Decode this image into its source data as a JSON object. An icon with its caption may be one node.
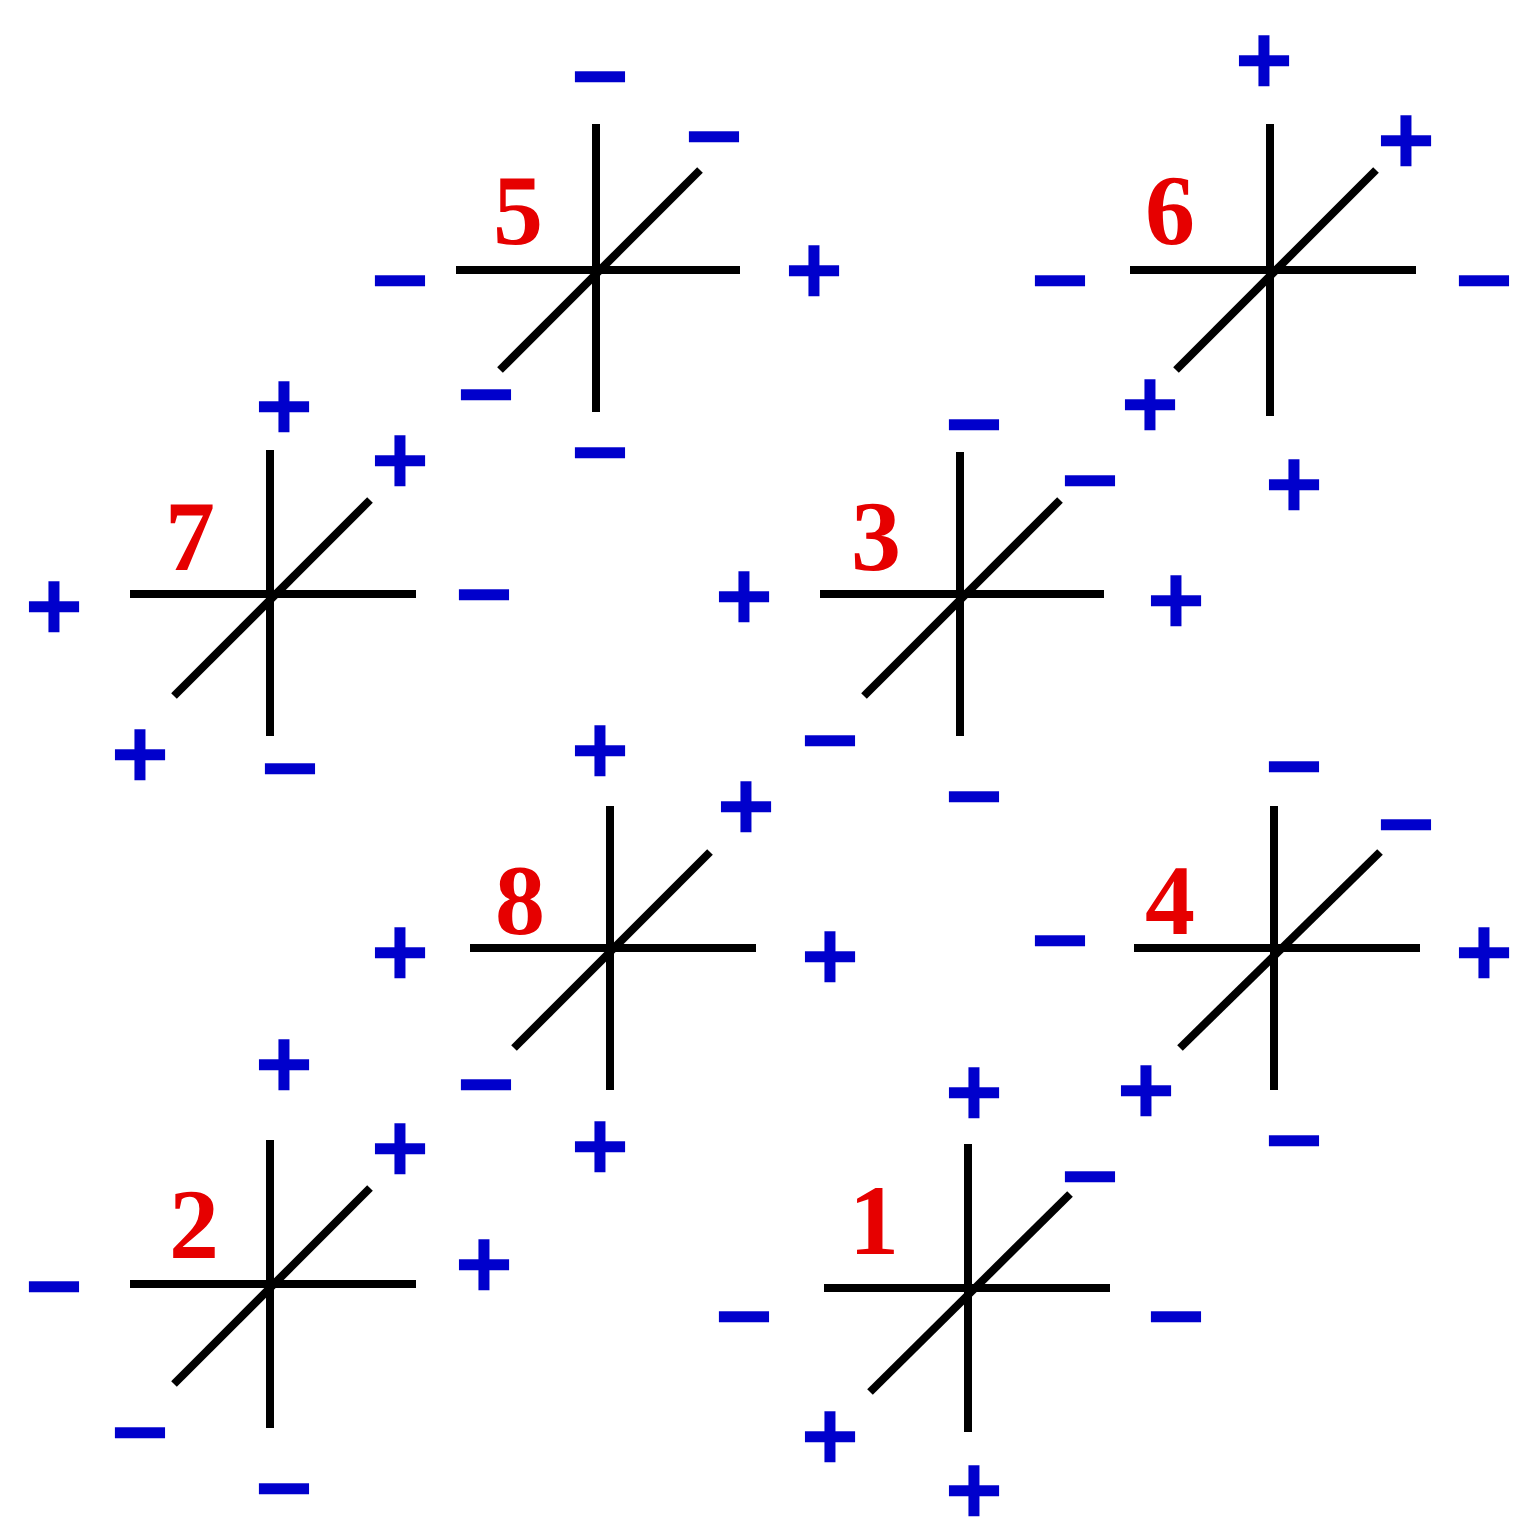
{
  "diagram": {
    "labels": [
      "5",
      "−",
      "−",
      "−",
      "+",
      "−",
      "−",
      "6",
      "+",
      "+",
      "−",
      "−",
      "+",
      "+",
      "7",
      "+",
      "+",
      "+",
      "−",
      "+",
      "−",
      "3",
      "−",
      "−",
      "+",
      "+",
      "−",
      "−",
      "8",
      "+",
      "+",
      "+",
      "+",
      "−",
      "+",
      "4",
      "−",
      "−",
      "−",
      "+",
      "+",
      "−",
      "2",
      "+",
      "+",
      "−",
      "+",
      "−",
      "−",
      "1",
      "+",
      "−",
      "−",
      "−",
      "+",
      "+"
    ]
  }
}
